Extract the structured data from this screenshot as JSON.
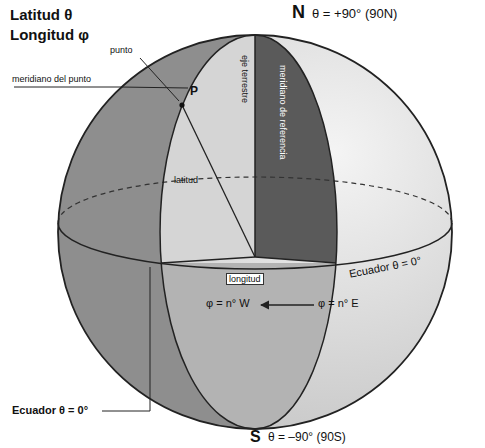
{
  "diagram": {
    "labels": [
      "Latitud θ",
      "Longitud φ",
      "N",
      "θ = +90° (90N)",
      "punto",
      "meridiano del punto",
      "P",
      "eje terrestre",
      "meridiano de referencia",
      "latitud",
      "Ecuador θ = 0°",
      "longitud",
      "φ = n° W",
      "φ = n° E",
      "Ecuador θ = 0°",
      "S",
      "θ = –90° (90S)"
    ]
  }
}
